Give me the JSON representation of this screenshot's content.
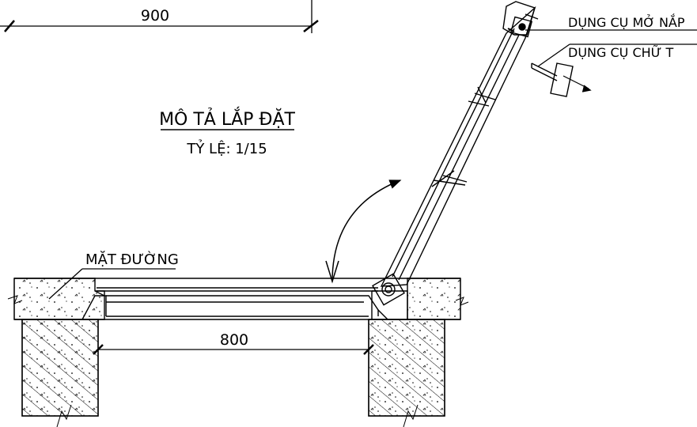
{
  "drawing": {
    "title": "MÔ TẢ LẮP ĐẶT",
    "scale": "TỶ LỆ: 1/15"
  },
  "labels": {
    "road_surface": "MẶT ĐƯỜNG",
    "lid_opener": "DỤNG CỤ MỞ NẮP",
    "t_tool": "DỤNG CỤ CHỮ T"
  },
  "dimensions": {
    "top": "900",
    "bottom": "800"
  },
  "colors": {
    "line": "#000000",
    "background": "#ffffff"
  }
}
